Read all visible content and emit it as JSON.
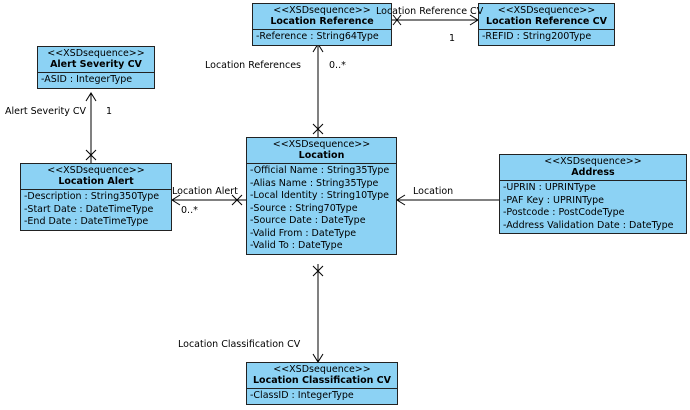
{
  "classes": {
    "location_reference": {
      "stereotype": "<<XSDsequence>>",
      "name": "Location Reference",
      "attributes": [
        "-Reference : String64Type"
      ]
    },
    "location_reference_cv": {
      "stereotype": "<<XSDsequence>>",
      "name": "Location Reference CV",
      "attributes": [
        "-REFID : String200Type"
      ]
    },
    "alert_severity_cv": {
      "stereotype": "<<XSDsequence>>",
      "name": "Alert Severity CV",
      "attributes": [
        "-ASID : IntegerType"
      ]
    },
    "location": {
      "stereotype": "<<XSDsequence>>",
      "name": "Location",
      "attributes": [
        "-Official Name : String35Type",
        "-Alias Name : String35Type",
        "-Local Identity : String10Type",
        "-Source : String70Type",
        "-Source Date : DateType",
        "-Valid From : DateType",
        "-Valid To : DateType"
      ]
    },
    "location_alert": {
      "stereotype": "<<XSDsequence>>",
      "name": "Location Alert",
      "attributes": [
        "-Description : String350Type",
        "-Start Date : DateTimeType",
        "-End Date : DateTimeType"
      ]
    },
    "address": {
      "stereotype": "<<XSDsequence>>",
      "name": "Address",
      "attributes": [
        "-UPRIN : UPRINType",
        "-PAF Key : UPRINType",
        "-Postcode : PostCodeType",
        "-Address Validation Date : DateType"
      ]
    },
    "location_classification_cv": {
      "stereotype": "<<XSDsequence>>",
      "name": "Location Classification CV",
      "attributes": [
        "-ClassID : IntegerType"
      ]
    }
  },
  "associations": {
    "ref_cv": {
      "role": "Location Reference CV",
      "multiplicity": "1"
    },
    "loc_refs": {
      "role": "Location References",
      "multiplicity": "0..*"
    },
    "severity": {
      "role": "Alert Severity CV",
      "multiplicity": "1"
    },
    "alert": {
      "role": "Location Alert",
      "multiplicity": "0..*"
    },
    "address": {
      "role": "Location"
    },
    "classification": {
      "role": "Location Classification CV"
    }
  },
  "colors": {
    "class_fill": "#8cd2f4",
    "border": "#222222"
  }
}
